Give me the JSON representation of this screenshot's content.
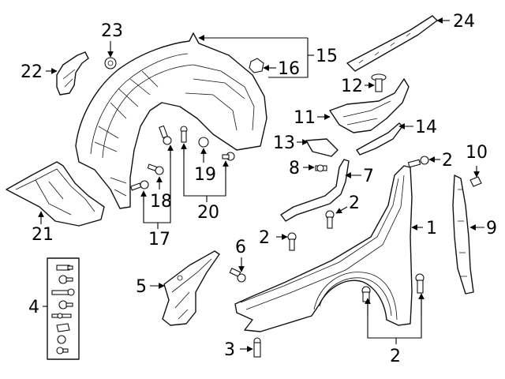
{
  "diagram": {
    "callouts": {
      "c1": "1",
      "c2a": "2",
      "c2b": "2",
      "c2c": "2",
      "c2d": "2",
      "c3": "3",
      "c4": "4",
      "c5": "5",
      "c6": "6",
      "c7": "7",
      "c8": "8",
      "c9": "9",
      "c10": "10",
      "c11": "11",
      "c12": "12",
      "c13": "13",
      "c14": "14",
      "c15": "15",
      "c16": "16",
      "c17": "17",
      "c18": "18",
      "c19": "19",
      "c20": "20",
      "c21": "21",
      "c22": "22",
      "c23": "23",
      "c24": "24"
    }
  }
}
